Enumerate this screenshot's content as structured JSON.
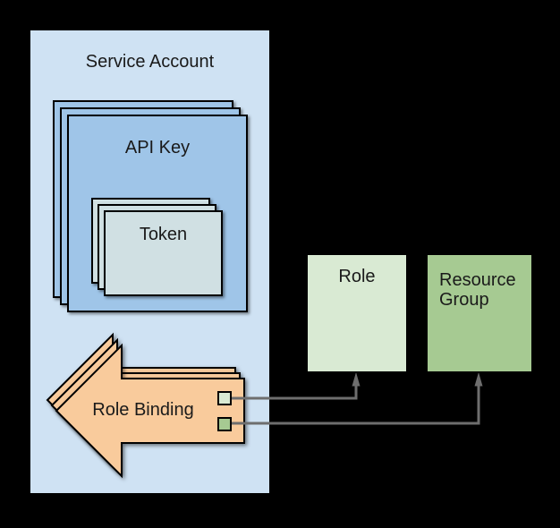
{
  "diagram": {
    "background_color": "#000000",
    "outline_color": "#000000",
    "connector_color": "#6e6e6e",
    "service_account": {
      "label": "Service Account",
      "fill": "#cfe2f3"
    },
    "api_key": {
      "label": "API Key",
      "fill": "#9fc5e8",
      "layer_count": 3
    },
    "token": {
      "label": "Token",
      "fill": "#d0e0e3",
      "layer_count": 3
    },
    "role_binding": {
      "label": "Role Binding",
      "fill": "#f9cb9c",
      "layer_count": 3,
      "ports": {
        "role_port_fill": "#d9ead3",
        "resource_group_port_fill": "#a6ca92"
      }
    },
    "role": {
      "label": "Role",
      "fill": "#d9ead3"
    },
    "resource_group": {
      "label": "Resource Group",
      "fill": "#a6ca92"
    },
    "relations": {
      "role_binding_to_role": "arrow",
      "role_binding_to_resource_group": "arrow"
    }
  }
}
